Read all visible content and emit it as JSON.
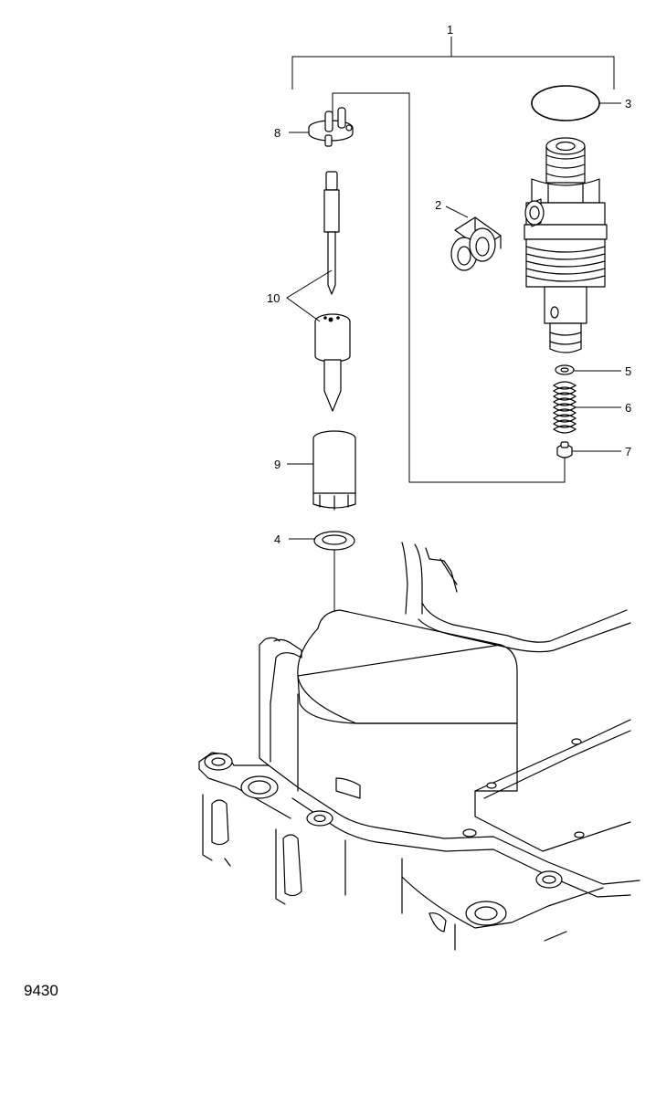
{
  "figure_number": "9430",
  "callouts": [
    "1",
    "2",
    "3",
    "4",
    "5",
    "6",
    "7",
    "8",
    "9",
    "10"
  ]
}
